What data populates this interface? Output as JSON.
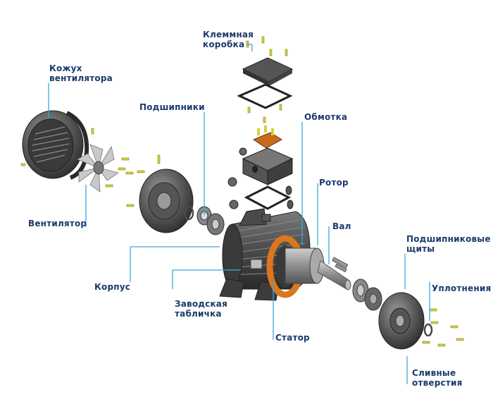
{
  "labels": {
    "terminal_box": [
      "Клеммная",
      "коробка"
    ],
    "fan_cover": [
      "Кожух",
      "вентилятора"
    ],
    "bearings": "Подшипники",
    "winding": "Обмотка",
    "rotor": "Ротор",
    "shaft": "Вал",
    "fan": "Вентилятор",
    "housing": "Корпус",
    "nameplate": [
      "Заводская",
      "табличка"
    ],
    "stator": "Статор",
    "end_shields": [
      "Подшипниковые",
      "щиты"
    ],
    "seals": "Уплотнения",
    "drain_holes": [
      "Сливные",
      "отверстия"
    ]
  },
  "colors": {
    "label_text": "#1c3a6e",
    "leader_line": "#3aa9dd",
    "metal_dark": "#3c3c3c",
    "metal_mid": "#6b6b6b",
    "metal_light": "#a9a9a9",
    "winding_copper": "#d9771f",
    "bolt_yellow": "#d8cf3a"
  }
}
